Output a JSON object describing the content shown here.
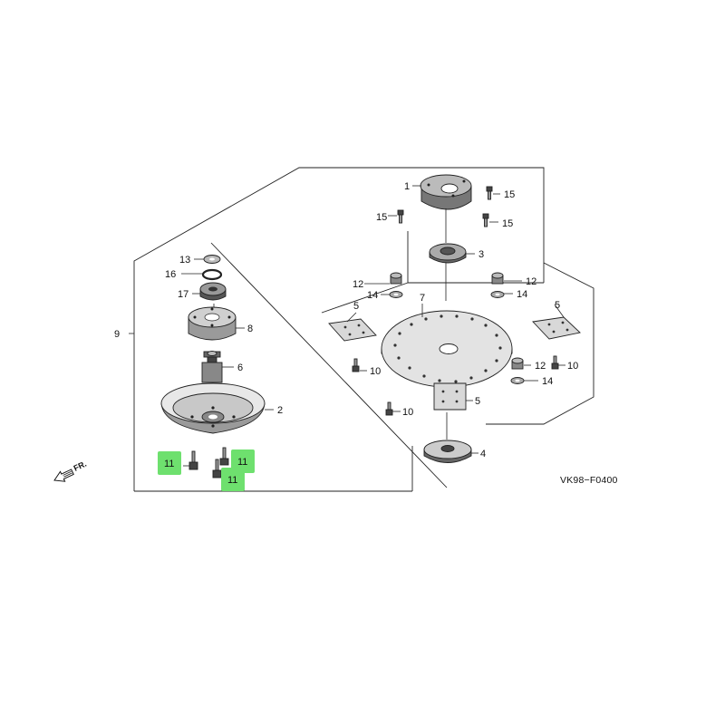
{
  "diagram": {
    "code": "VK98−F0400",
    "front_label": "FR.",
    "highlight_color": "#6ee06e",
    "labels": {
      "p1": "1",
      "p2": "2",
      "p3": "3",
      "p4": "4",
      "p5a": "5",
      "p5b": "5",
      "p5c": "5",
      "p6": "6",
      "p7": "7",
      "p8": "8",
      "p9": "9",
      "p10a": "10",
      "p10b": "10",
      "p10c": "10",
      "p11a": "11",
      "p11b": "11",
      "p11c": "11",
      "p12a": "12",
      "p12b": "12",
      "p12c": "12",
      "p13": "13",
      "p14a": "14",
      "p14b": "14",
      "p14c": "14",
      "p15a": "15",
      "p15b": "15",
      "p15c": "15",
      "p16": "16",
      "p17": "17"
    }
  }
}
